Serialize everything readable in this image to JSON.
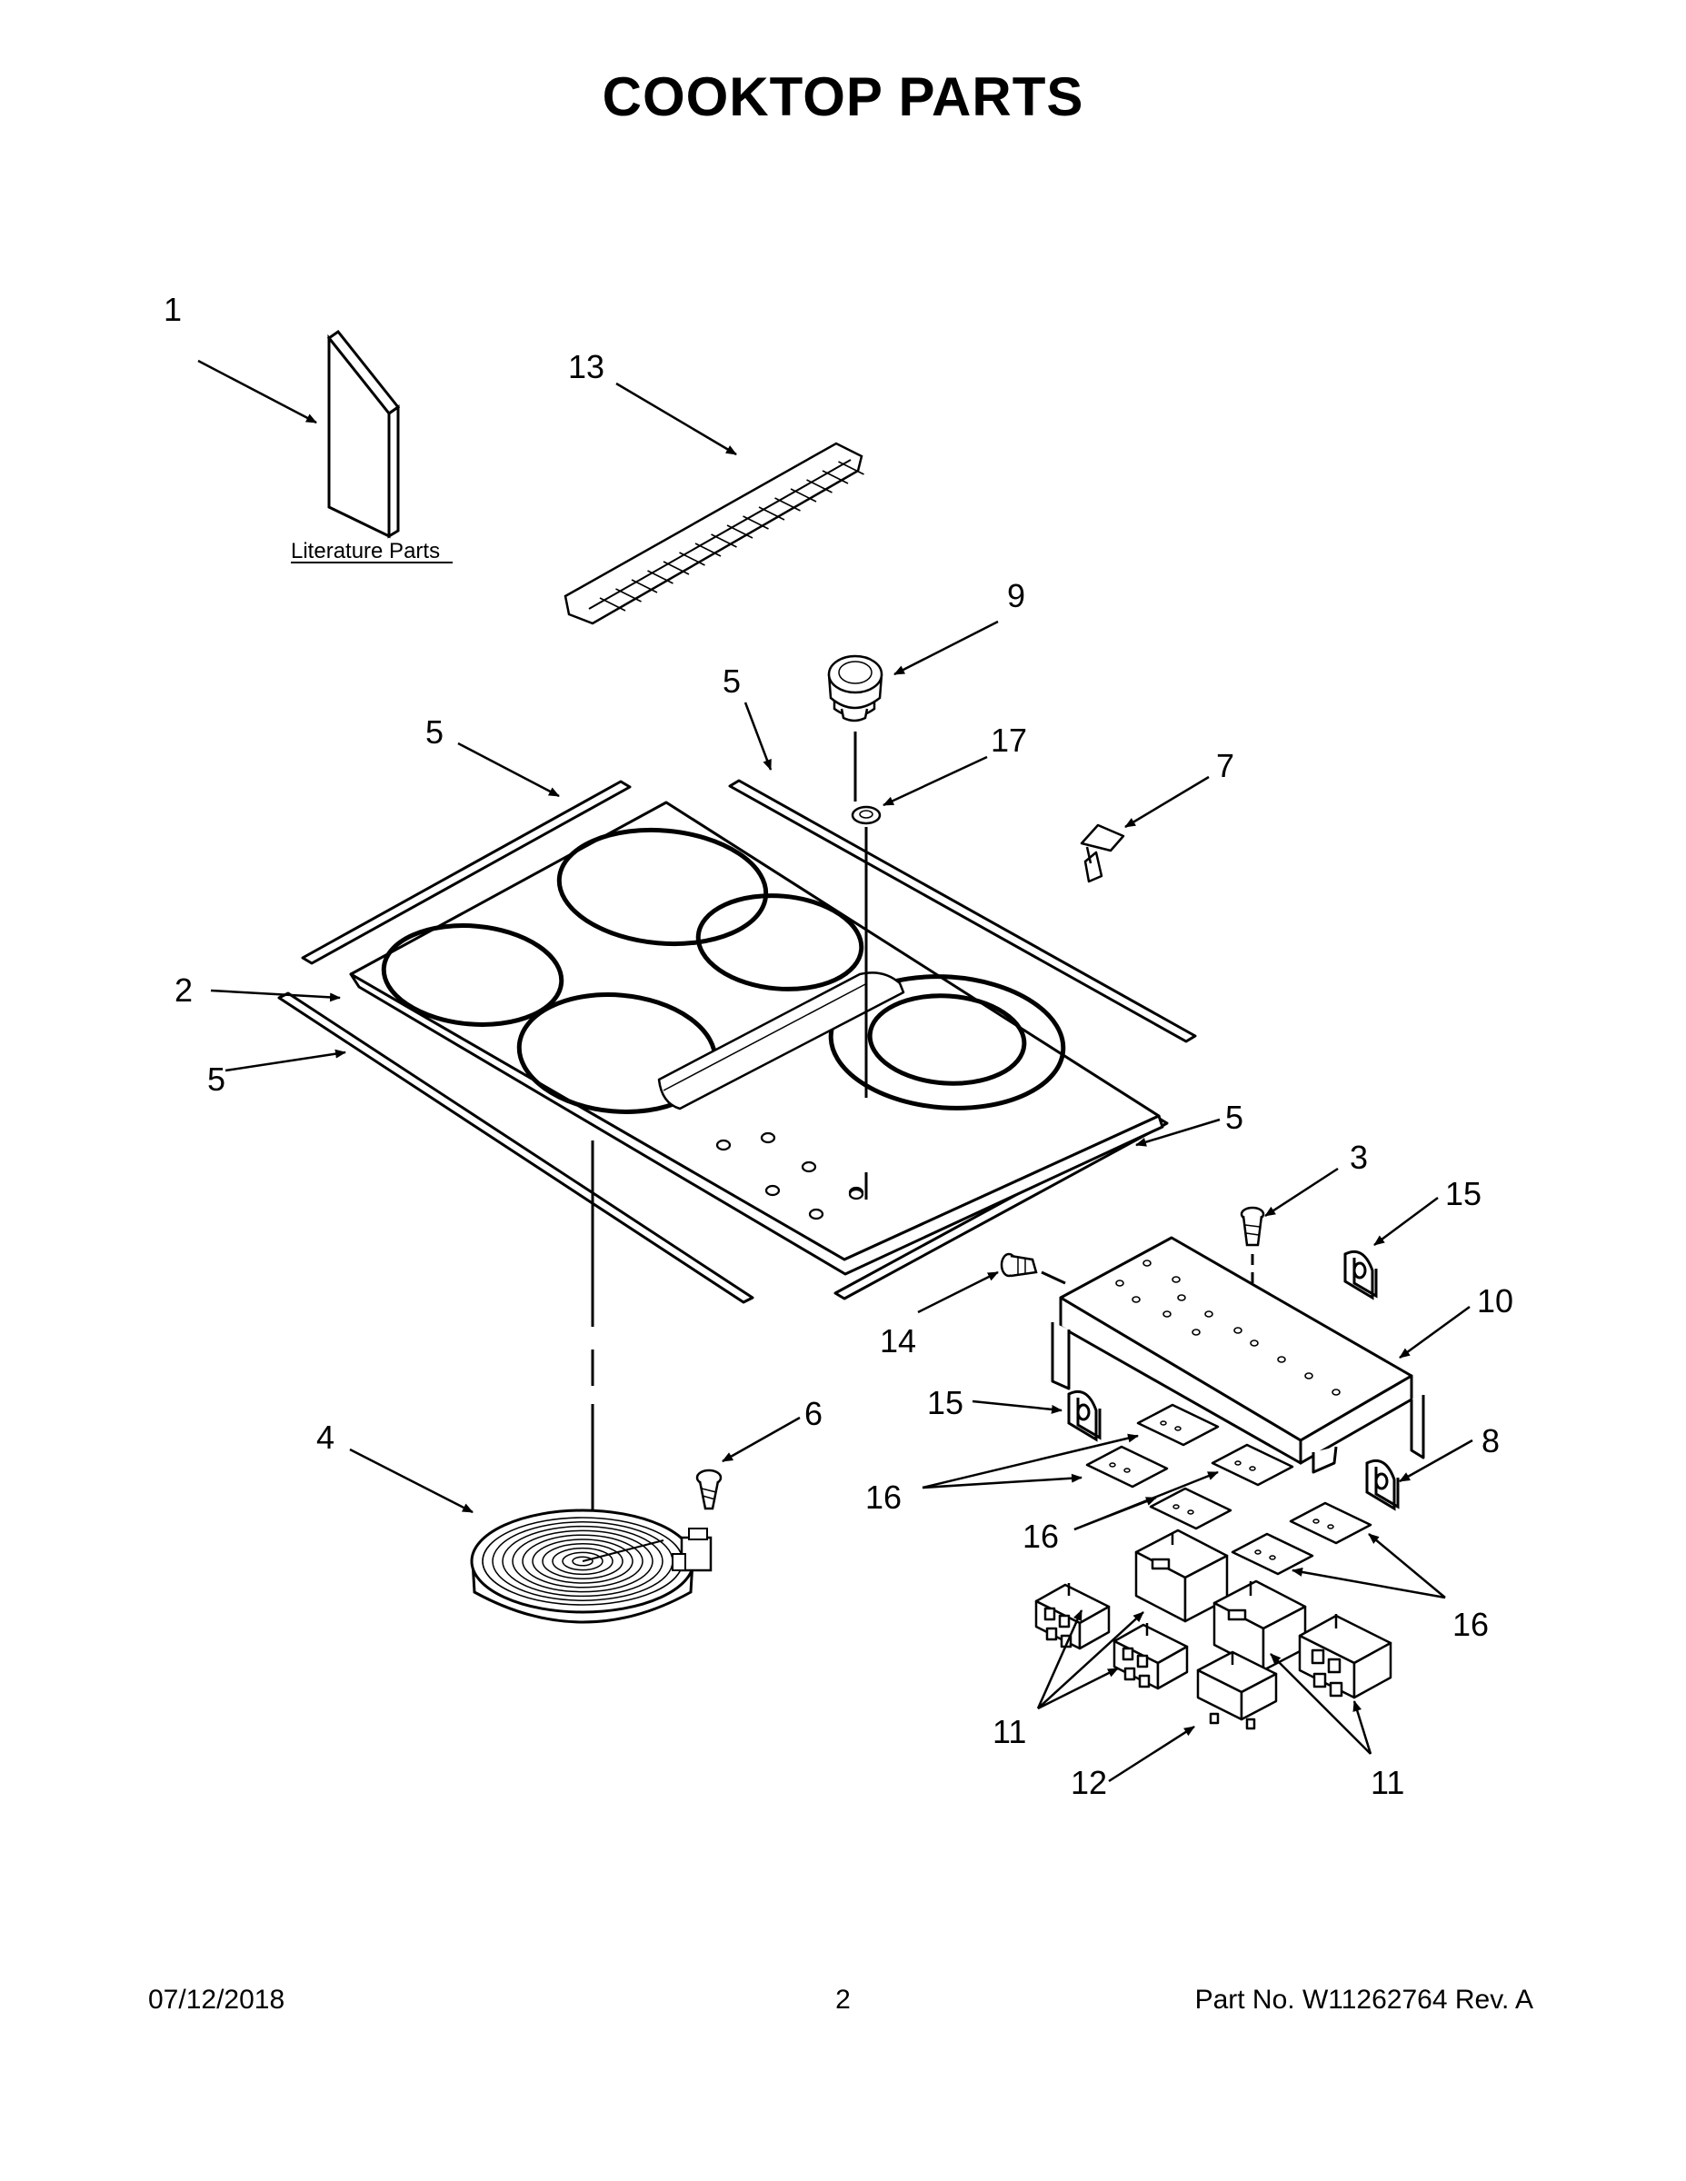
{
  "title": "COOKTOP PARTS",
  "literature_label": "Literature Parts",
  "callouts": {
    "c1": "1",
    "c13": "13",
    "c9": "9",
    "c5a": "5",
    "c5b": "5",
    "c5c": "5",
    "c5d": "5",
    "c17": "17",
    "c7": "7",
    "c2": "2",
    "c3": "3",
    "c15a": "15",
    "c10": "10",
    "c14": "14",
    "c15b": "15",
    "c6": "6",
    "c4": "4",
    "c8": "8",
    "c16a": "16",
    "c16b": "16",
    "c16c": "16",
    "c11a": "11",
    "c11b": "11",
    "c12": "12"
  },
  "footer": {
    "date": "07/12/2018",
    "page": "2",
    "part": "Part No.  W11262764  Rev.  A"
  }
}
